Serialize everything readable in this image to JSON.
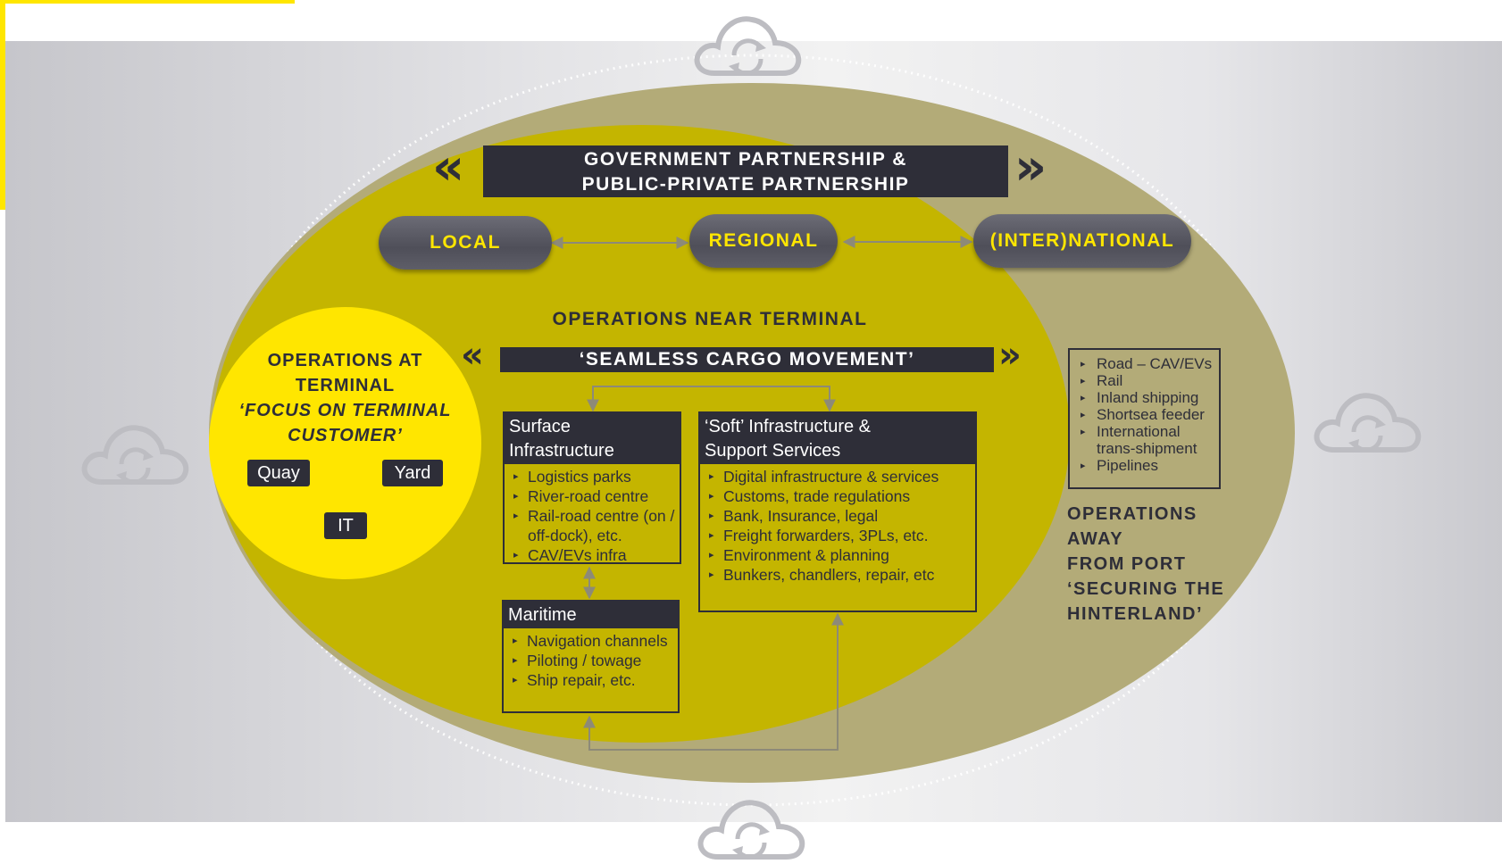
{
  "colors": {
    "accent_yellow": "#ffe600",
    "dark": "#2e2e38",
    "olive": "#c4b500",
    "khaki": "#b3ab78",
    "pill_gray": "#585862"
  },
  "icons": [
    "cloud-sync-icon"
  ],
  "top_banner": {
    "line1": "GOVERNMENT PARTNERSHIP &",
    "line2": "PUBLIC-PRIVATE PARTNERSHIP"
  },
  "scopes": [
    {
      "label": "LOCAL"
    },
    {
      "label": "REGIONAL"
    },
    {
      "label": "(INTER)NATIONAL"
    }
  ],
  "near_terminal": {
    "title": "OPERATIONS NEAR TERMINAL",
    "banner": "‘SEAMLESS CARGO MOVEMENT’"
  },
  "at_terminal": {
    "line1": "OPERATIONS AT",
    "line2": "TERMINAL",
    "line3": "‘FOCUS ON TERMINAL",
    "line4": "CUSTOMER’",
    "nodes": {
      "quay": "Quay",
      "yard": "Yard",
      "it": "IT"
    }
  },
  "surface": {
    "title1": "Surface",
    "title2": "Infrastructure",
    "items": [
      "Logistics parks",
      "River-road centre",
      "Rail-road centre (on / off-dock), etc.",
      "CAV/EVs infra"
    ]
  },
  "soft": {
    "title1": "‘Soft’ Infrastructure &",
    "title2": "Support Services",
    "items": [
      "Digital infrastructure & services",
      "Customs, trade regulations",
      "Bank, Insurance, legal",
      "Freight forwarders, 3PLs, etc.",
      "Environment & planning",
      "Bunkers, chandlers, repair, etc"
    ]
  },
  "maritime": {
    "title": "Maritime",
    "items": [
      "Navigation channels",
      "Piloting / towage",
      "Ship repair, etc."
    ]
  },
  "away": {
    "items": [
      "Road – CAV/EVs",
      "Rail",
      "Inland shipping",
      "Shortsea feeder",
      "International trans-shipment",
      "Pipelines"
    ],
    "line1": "OPERATIONS",
    "line2": "AWAY",
    "line3": "FROM PORT",
    "line4": "‘SECURING THE",
    "line5": "HINTERLAND’"
  }
}
